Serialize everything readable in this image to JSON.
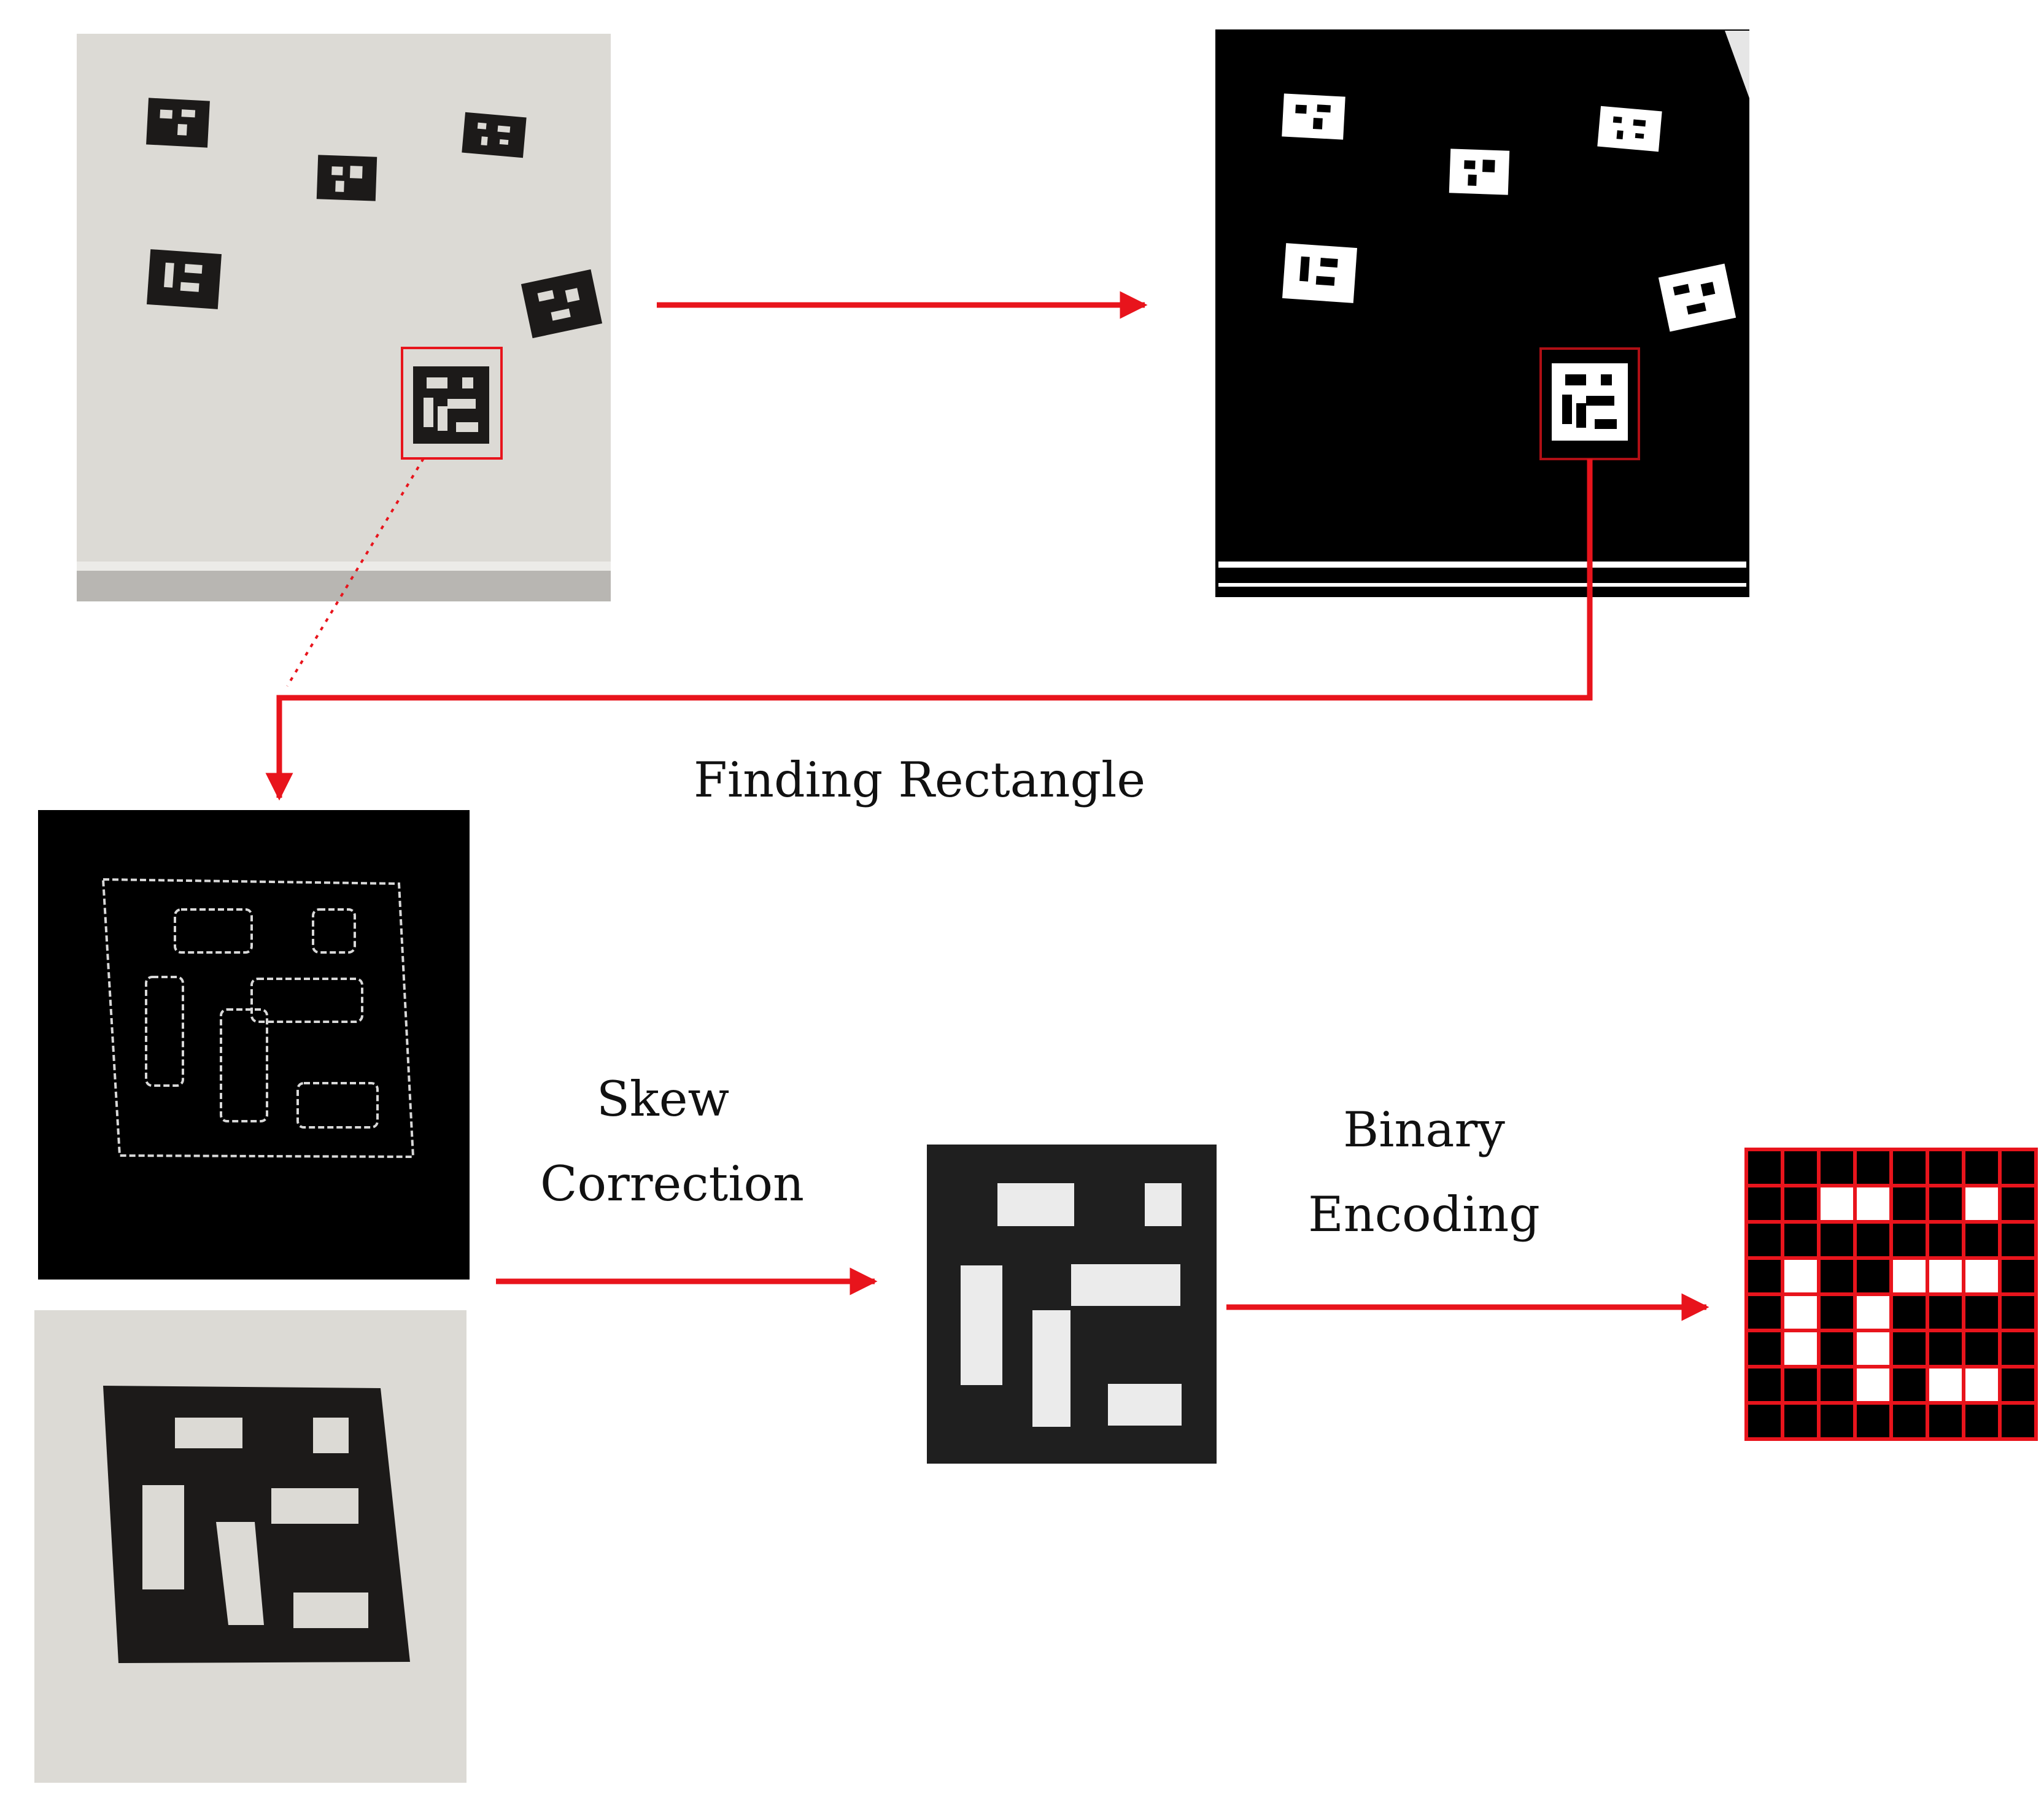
{
  "labels": {
    "finding_rectangle": "Finding Rectangle",
    "skew_correction_line1": "Skew",
    "skew_correction_line2": "Correction",
    "binary_encoding_line1": "Binary",
    "binary_encoding_line2": "Encoding"
  },
  "colors": {
    "arrow": "#e8141c",
    "photo_paper": "#dcdad5",
    "marker_dark": "#1c1a19",
    "threshold_black": "#000000",
    "grid_line": "#e8141c"
  },
  "binary_grid": {
    "rows": 8,
    "cols": 8,
    "cells": [
      [
        0,
        0,
        0,
        0,
        0,
        0,
        0,
        0
      ],
      [
        0,
        0,
        1,
        1,
        0,
        0,
        1,
        0
      ],
      [
        0,
        0,
        0,
        0,
        0,
        0,
        0,
        0
      ],
      [
        0,
        1,
        0,
        0,
        1,
        1,
        1,
        0
      ],
      [
        0,
        1,
        0,
        1,
        0,
        0,
        0,
        0
      ],
      [
        0,
        1,
        0,
        1,
        0,
        0,
        0,
        0
      ],
      [
        0,
        0,
        0,
        1,
        0,
        1,
        1,
        0
      ],
      [
        0,
        0,
        0,
        0,
        0,
        0,
        0,
        0
      ]
    ]
  }
}
